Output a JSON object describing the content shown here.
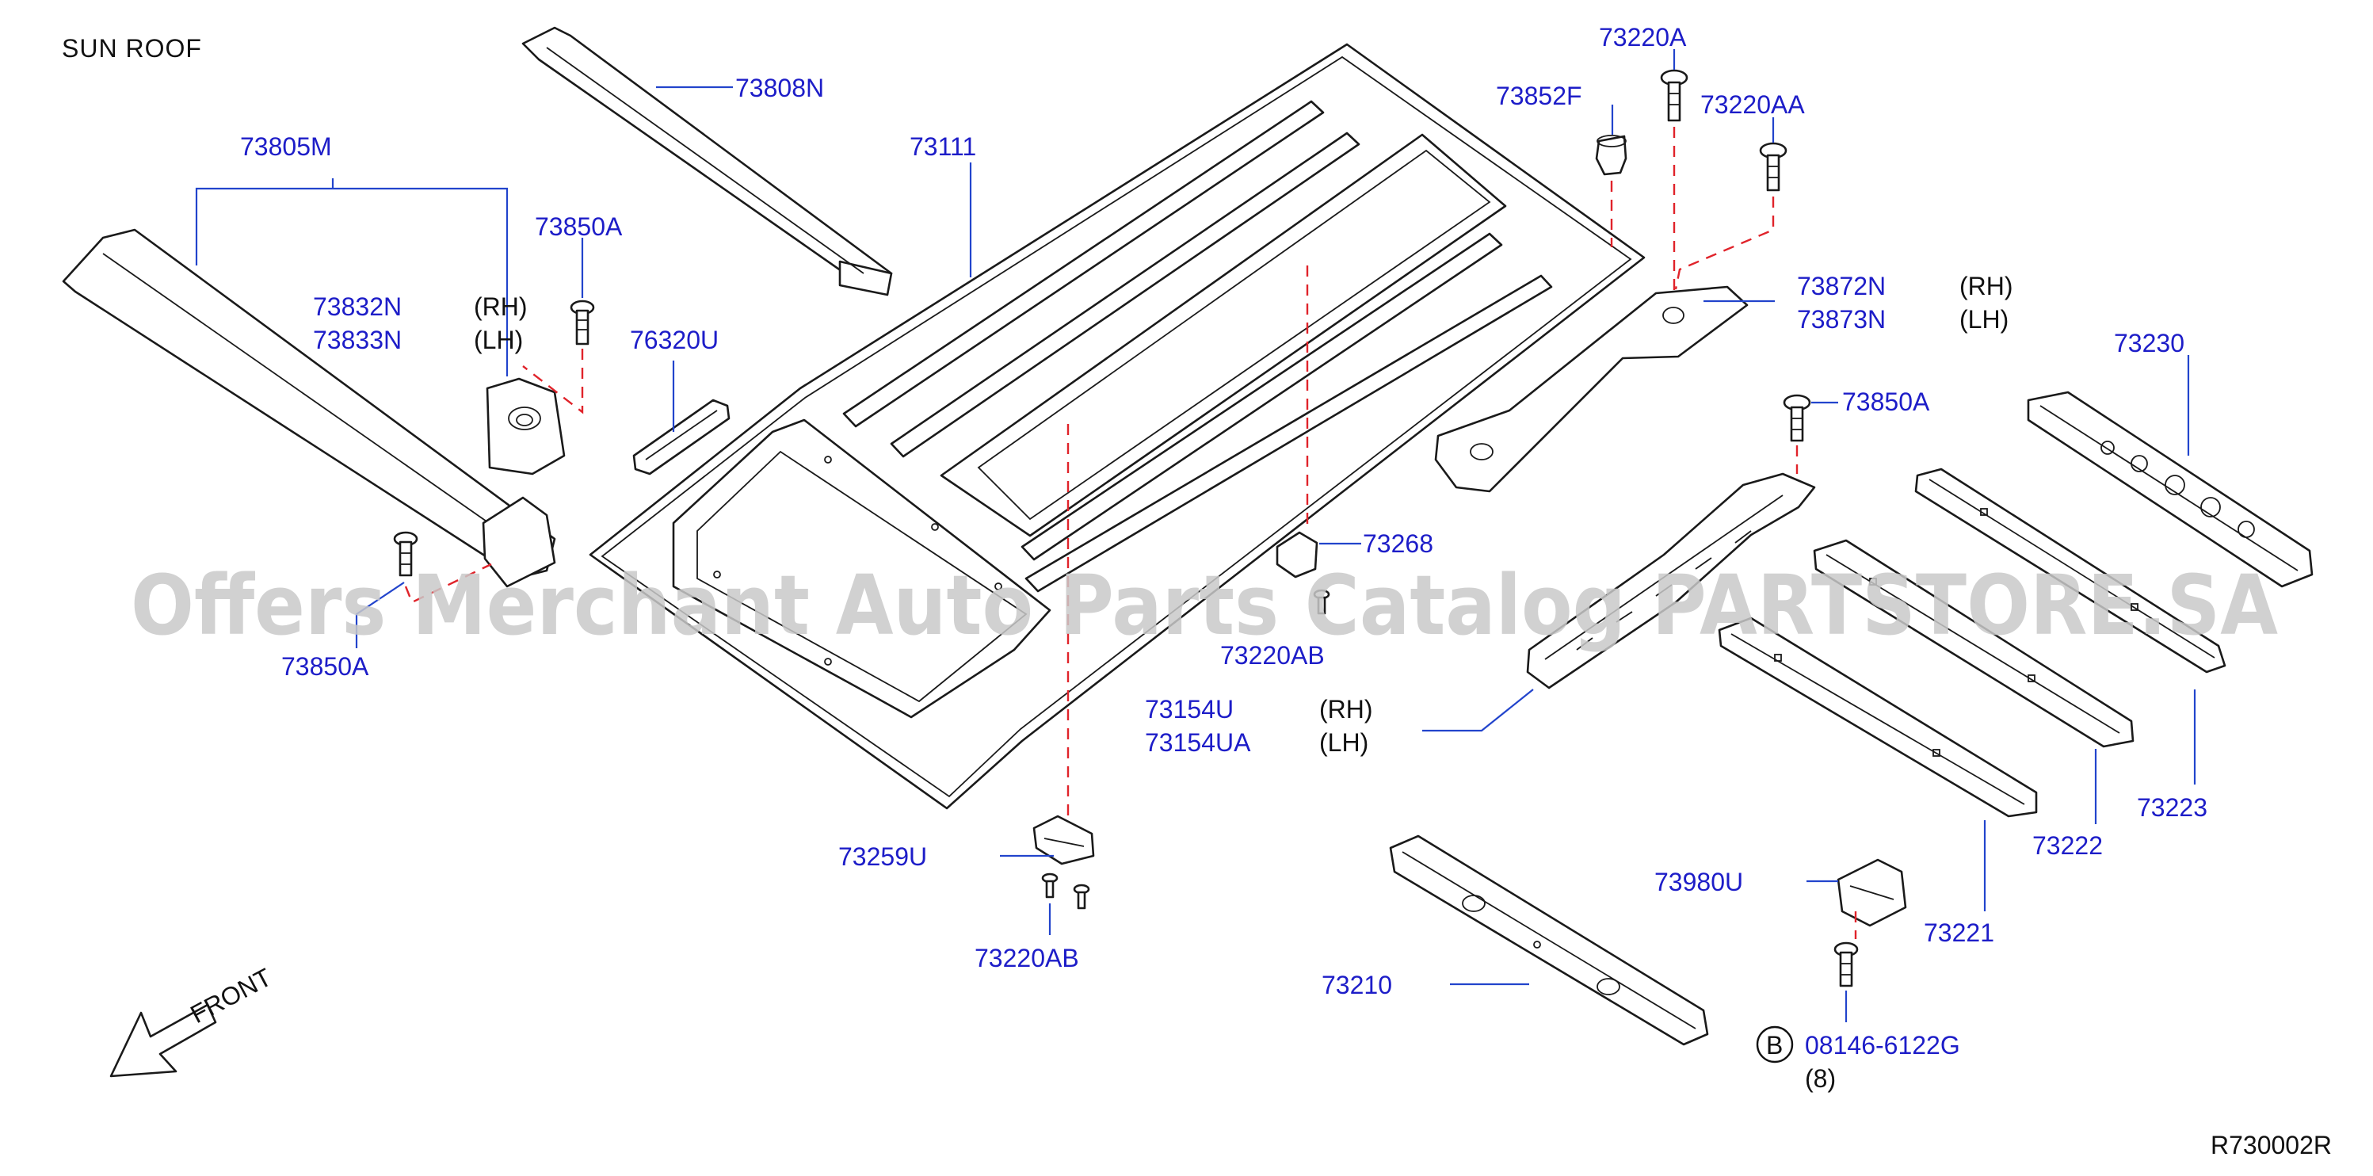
{
  "title": "SUN   ROOF",
  "diagram_code": "R730002R",
  "watermark": "Offers Merchant Auto Parts Catalog PARTSTORE.SA",
  "front_label": "FRONT",
  "callouts": {
    "p73808N": "73808N",
    "p73805M": "73805M",
    "p73111": "73111",
    "p73850A_top": "73850A",
    "p73832N": "73832N",
    "p73833N": "73833N",
    "p76320U": "76320U",
    "p73850A_left": "73850A",
    "p73852F": "73852F",
    "p73220A": "73220A",
    "p73220AA": "73220AA",
    "p73872N": "73872N",
    "p73873N": "73873N",
    "p73850A_right": "73850A",
    "p73230": "73230",
    "p73268": "73268",
    "p73220AB_mid": "73220AB",
    "p73154U": "73154U",
    "p73154UA": "73154UA",
    "p73259U": "73259U",
    "p73220AB_low": "73220AB",
    "p73223": "73223",
    "p73222": "73222",
    "p73221": "73221",
    "p73980U": "73980U",
    "p73210": "73210",
    "p08146": "08146-6122G"
  },
  "side_marks": {
    "rh_1": "(RH)",
    "lh_1": "(LH)",
    "rh_2": "(RH)",
    "lh_2": "(LH)",
    "rh_3": "(RH)",
    "lh_3": "(LH)"
  },
  "bolt_marker": "B",
  "bolt_qty": "(8)",
  "colors": {
    "callout": "#1d1dc8",
    "leader": "#2244cc",
    "dashed_guide": "#e0232a",
    "watermark": "#c9c9c9"
  }
}
